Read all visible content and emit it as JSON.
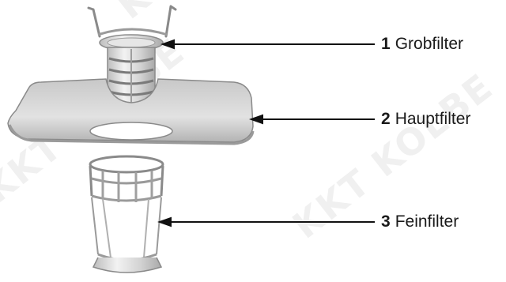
{
  "watermark": {
    "text": "KKT KOLBE",
    "color": "#eeeeee"
  },
  "callouts": [
    {
      "number": "1",
      "label": "Grobfilter"
    },
    {
      "number": "2",
      "label": "Hauptfilter"
    },
    {
      "number": "3",
      "label": "Feinfilter"
    }
  ],
  "colors": {
    "part_fill": "#d9d9d9",
    "part_stroke": "#8a8a8a",
    "arrow": "#111111",
    "text": "#1a1a1a"
  }
}
